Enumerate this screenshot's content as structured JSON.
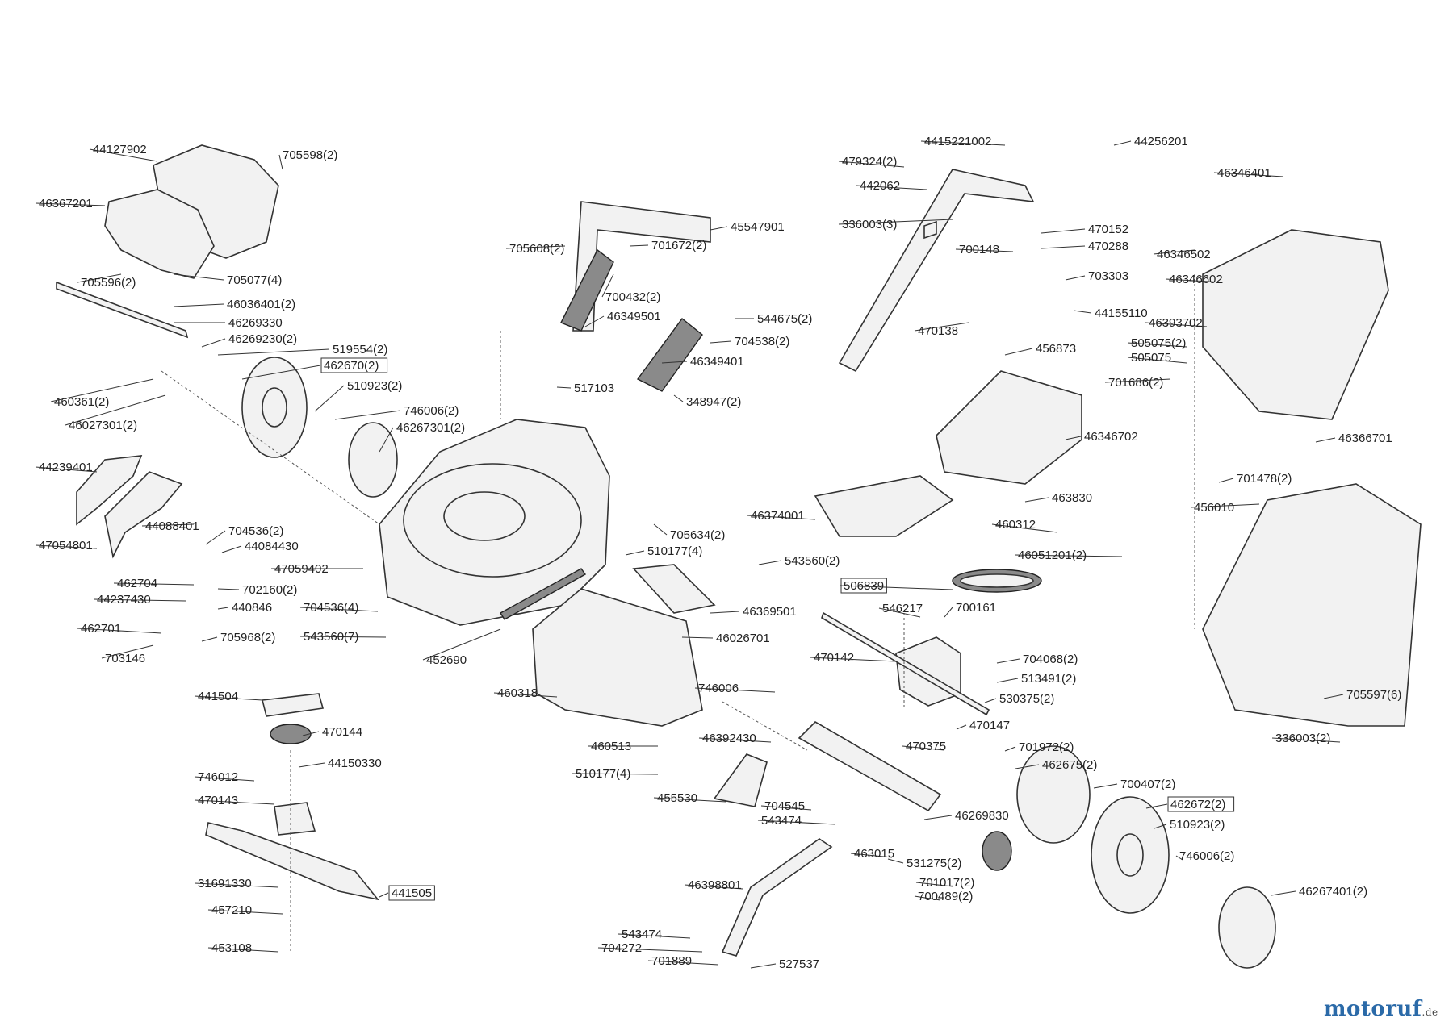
{
  "brand": {
    "name": "motoruf",
    "tld": ".de"
  },
  "labels": [
    "44127902",
    "705598(2)",
    "46367201",
    "705596(2)",
    "705077(4)",
    "46036401(2)",
    "46269330",
    "46269230(2)",
    "519554(2)",
    "462670(2)",
    "510923(2)",
    "460361(2)",
    "46027301(2)",
    "746006(2)",
    "46267301(2)",
    "517103",
    "705608(2)",
    "701672(2)",
    "45547901",
    "700432(2)",
    "46349501",
    "544675(2)",
    "704538(2)",
    "46349401",
    "348947(2)",
    "4415221002",
    "44256201",
    "479324(2)",
    "442062",
    "336003(3)",
    "470152",
    "700148",
    "470288",
    "703303",
    "44155110",
    "470138",
    "456873",
    "46346401",
    "46346502",
    "46346602",
    "46393702",
    "505075(2)",
    "505075",
    "701686(2)",
    "44239401",
    "47054801",
    "44088401",
    "704536(2)",
    "44084430",
    "47059402",
    "462704",
    "702160(2)",
    "44237430",
    "440846",
    "704536(4)",
    "462701",
    "705968(2)",
    "543560(7)",
    "703146",
    "705634(2)",
    "510177(4)",
    "543560(2)",
    "46369501",
    "46026701",
    "452690",
    "46346702",
    "463830",
    "460312",
    "46051201(2)",
    "46374001",
    "506839",
    "546217",
    "700161",
    "470142",
    "704068(2)",
    "513491(2)",
    "530375(2)",
    "470147",
    "470375",
    "46366701",
    "701478(2)",
    "456010",
    "705597(6)",
    "336003(2)",
    "441504",
    "470144",
    "746012",
    "44150330",
    "470143",
    "31691330",
    "441505",
    "457210",
    "453108",
    "460318",
    "460513",
    "510177(4)",
    "746006",
    "46392430",
    "455530",
    "704545",
    "543474",
    "46269830",
    "463015",
    "531275(2)",
    "701017(2)",
    "700489(2)",
    "46398801",
    "543474",
    "704272",
    "701889",
    "527537",
    "701972(2)",
    "462675(2)",
    "700407(2)",
    "462672(2)",
    "510923(2)",
    "746006(2)",
    "46267401(2)"
  ]
}
